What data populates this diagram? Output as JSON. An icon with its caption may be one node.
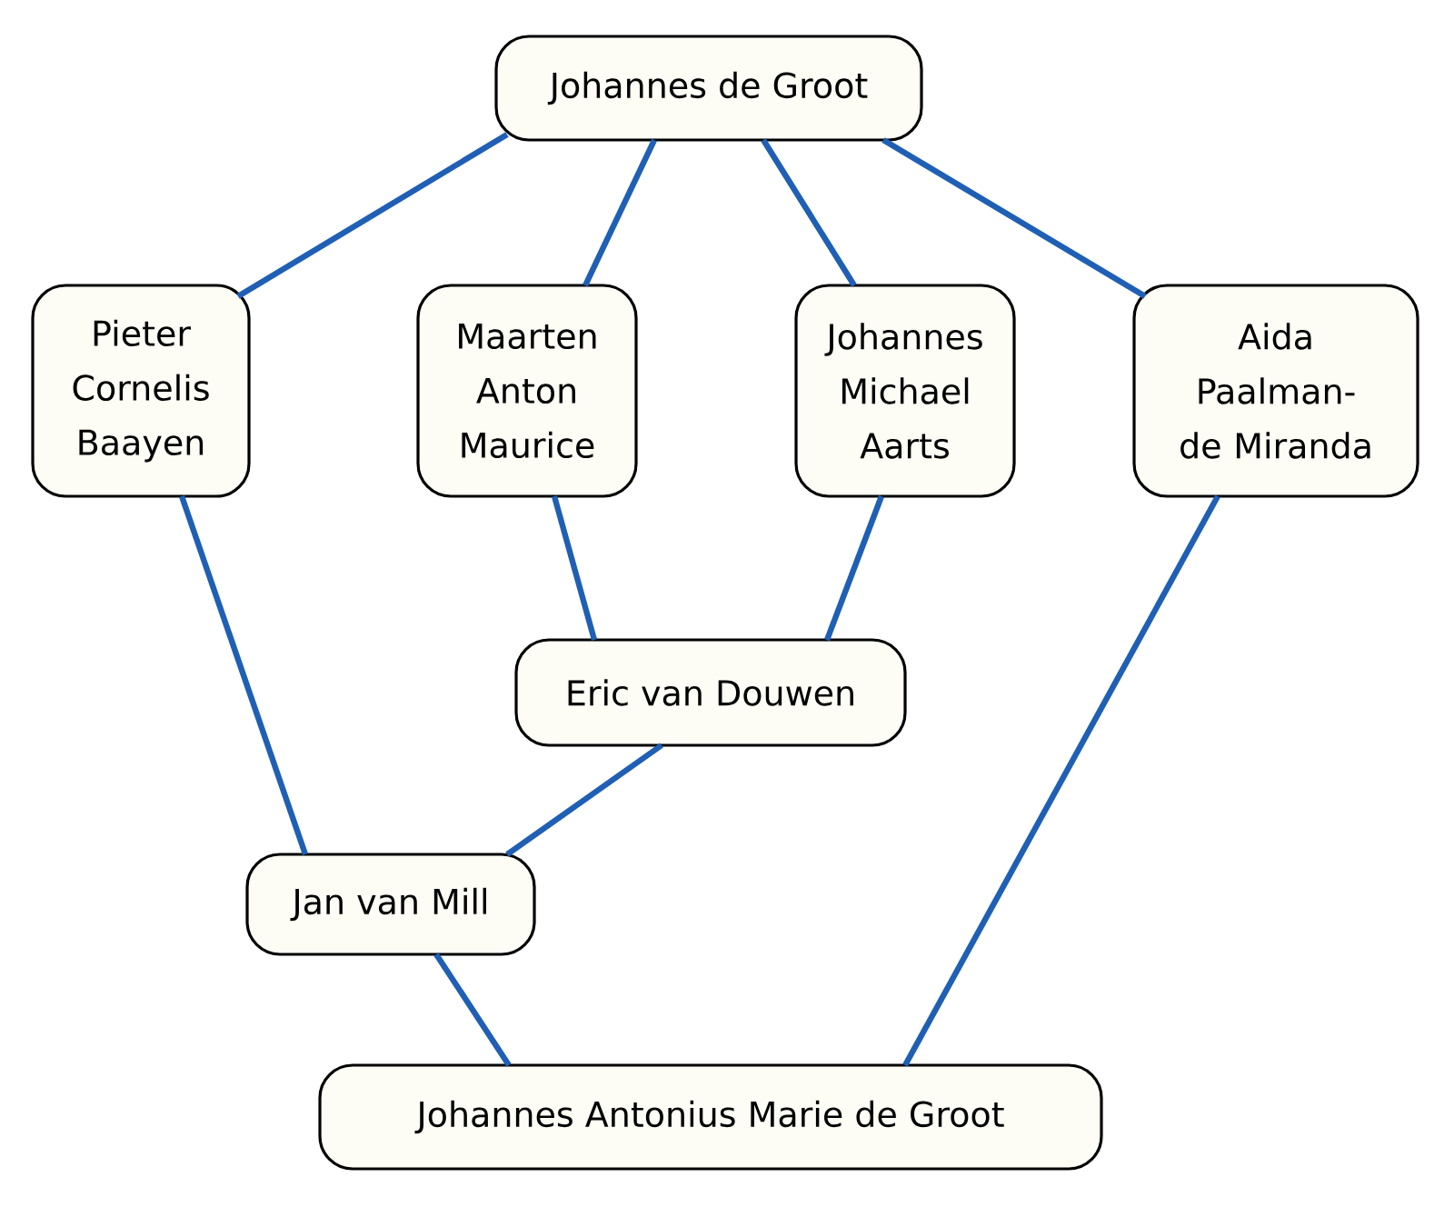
{
  "diagram": {
    "nodes": [
      {
        "text": [
          "Johannes de Groot"
        ]
      },
      {
        "text": [
          "Pieter Cornelis Baayen"
        ]
      },
      {
        "text": [
          "Maarten Anton Maurice"
        ]
      },
      {
        "text": [
          "Johannes Michael Aarts"
        ]
      },
      {
        "text": [
          "Aida Paalman-de Miranda"
        ]
      },
      {
        "text": [
          "Eric van Douwen"
        ]
      },
      {
        "text": [
          "Jan van Mill"
        ]
      },
      {
        "text": [
          "Johannes Antonius Marie de Groot"
        ]
      }
    ],
    "edges": [
      {
        "from": 0,
        "to": 1,
        "arrow": "none"
      },
      {
        "from": 0,
        "to": 2,
        "arrow": "none"
      },
      {
        "from": 0,
        "to": 3,
        "arrow": "none"
      },
      {
        "from": 0,
        "to": 4,
        "arrow": "none"
      },
      {
        "from": 1,
        "to": 6,
        "arrow": "none"
      },
      {
        "from": 2,
        "to": 5,
        "arrow": "none"
      },
      {
        "from": 3,
        "to": 5,
        "arrow": "none"
      },
      {
        "from": 5,
        "to": 6,
        "arrow": "none"
      },
      {
        "from": 6,
        "to": 7,
        "arrow": "none"
      },
      {
        "from": 4,
        "to": 7,
        "arrow": "none"
      }
    ]
  }
}
